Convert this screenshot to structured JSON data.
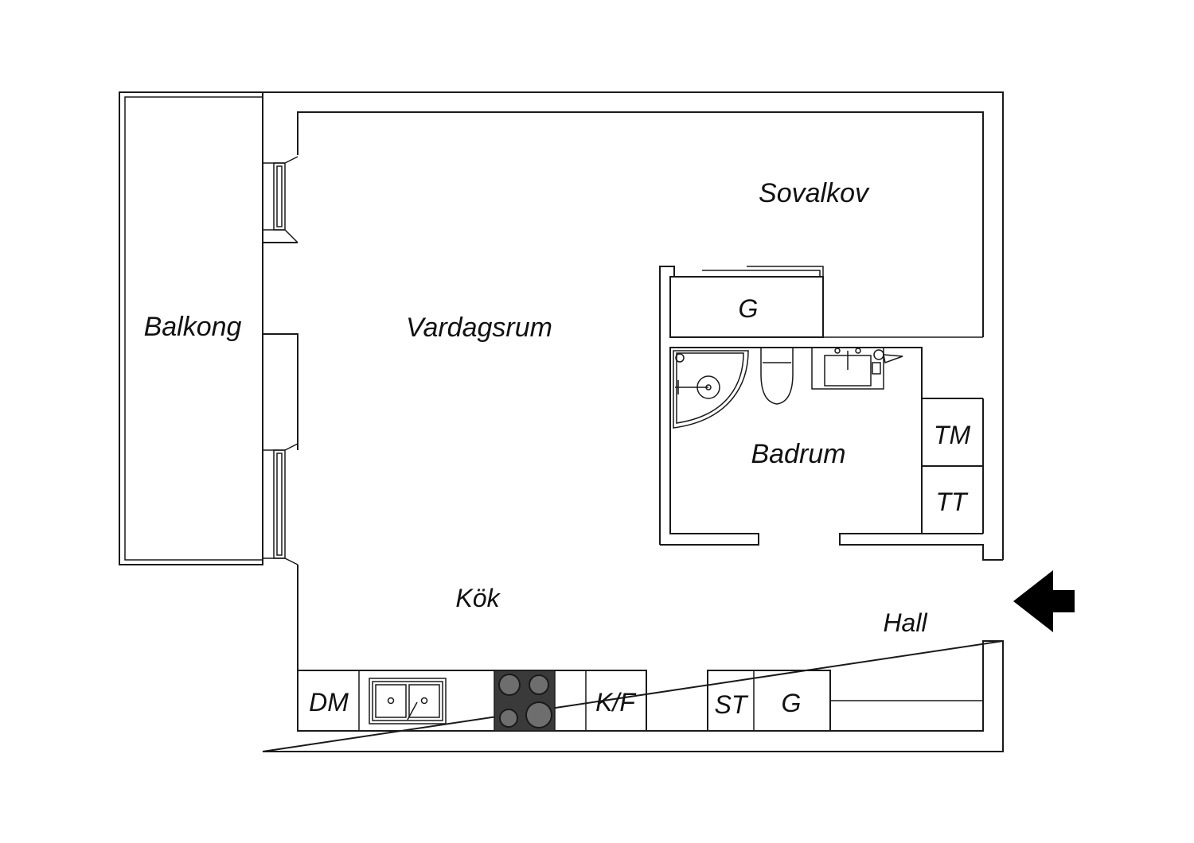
{
  "floor_plan": {
    "rooms": {
      "balcony": "Balkong",
      "living_room": "Vardagsrum",
      "sleeping_alcove": "Sovalkov",
      "wardrobe_bedroom": "G",
      "bathroom": "Badrum",
      "kitchen": "Kök",
      "hall": "Hall"
    },
    "fixtures": {
      "washing_machine": "TM",
      "dryer": "TT",
      "dishwasher": "DM",
      "fridge_freezer": "K/F",
      "closet": "ST",
      "wardrobe_hall": "G"
    },
    "colors": {
      "line": "#1a1a1a",
      "stove": "#3a3a3a",
      "burner": "#6e6e6e",
      "arrow": "#000000",
      "background": "#ffffff"
    }
  }
}
